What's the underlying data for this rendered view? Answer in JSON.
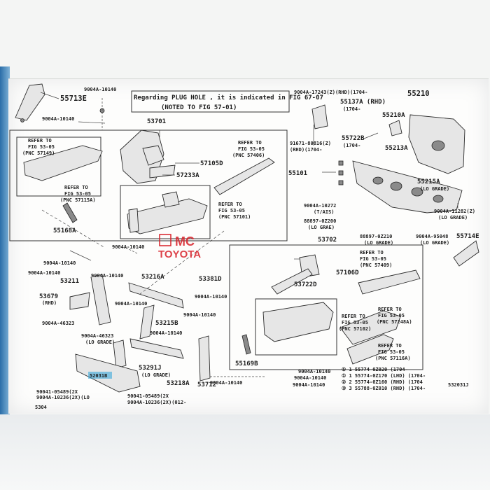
{
  "diagram": {
    "note_box": {
      "line1": "Regarding PLUG HOLE , it is indicated in FIG 67-07",
      "line2": "(NOTED TO FIG 57-01)"
    },
    "parts": {
      "p55713E": "55713E",
      "p9004A10140_top": "9004A-10140",
      "p9004A10140_l": "9004A-10140",
      "p53701": "53701",
      "refer_a": "REFER TO",
      "refer_a2": "FIG 53-05",
      "refer_a3": "(PNC 57149)",
      "refer_b": "REFER TO",
      "refer_b2": "FIG 53-05",
      "refer_b3": "(PNC 57115A)",
      "p55168A": "55168A",
      "p57105D": "57105D",
      "p57233A": "57233A",
      "refer_c": "REFER TO",
      "refer_c2": "FIG 53-05",
      "refer_c3": "(PNC 57406)",
      "refer_d": "REFER TO",
      "refer_d2": "FIG 53-05",
      "refer_d3": "(PNC 57101)",
      "p9004A17243": "9004A-17243(Z)(RHD)(1704-",
      "p55137A": "55137A (RHD)",
      "p55137A_b": "(1704-",
      "p55210": "55210",
      "p55210A": "55210A",
      "p91671": "91671-80816(Z)",
      "p91671_b": "(RHD)(1704-",
      "p55722B": "55722B",
      "p55722B_b": "(1704-",
      "p55213A": "55213A",
      "p55101": "55101",
      "p55215A": "55215A",
      "p55215A_b": "(LO GRADE)",
      "p9004A10272": "9004A-10272",
      "p9004A10272_b": "(T/AIS)",
      "p88897": "88897-0Z200",
      "p88897_b": "(LO GRAE)",
      "p88897_2": "88897-0Z210",
      "p88897_2b": "(LO GRADE)",
      "p9004A95048": "9004A-95048",
      "p9004A95048_b": "(LO GRADE)",
      "p9004A11282": "9004A-11282(Z)",
      "p9004A11282_b": "(LO GRADE)",
      "p55714E": "55714E",
      "p53702": "53702",
      "refer_e": "REFER TO",
      "refer_e2": "FIG 53-05",
      "refer_e3": "(PNC 57409)",
      "p57106D": "57106D",
      "p53722D": "53722D",
      "refer_f": "REFER TO",
      "refer_f2": "FIG 53-05",
      "refer_f3": "(PNC 57248A)",
      "refer_g": "REFER TO",
      "refer_g2": "FIG 53-05",
      "refer_g3": "(PNC 57102)",
      "refer_h": "REFER TO",
      "refer_h2": "FIG 53-05",
      "refer_h3": "(PNC 57116A)",
      "p55169B": "55169B",
      "p9004A10140_m1": "9004A-10140",
      "p9004A10140_m2": "9004A-10140",
      "p53211": "53211",
      "p53216A": "53216A",
      "p53381D": "53381D",
      "p9004A10140_a": "9004A-10140",
      "p9004A10140_b": "9004A-10140",
      "p9004A10140_c": "9004A-10140",
      "p9004A10140_d": "9004A-10140",
      "p9004A10140_e": "9004A-10140",
      "p9004A10140_f": "9004A-10140",
      "p9004A10140_g": "9004A-10140",
      "p53679": "53679",
      "p53679_b": "(RHD)",
      "p9004A46323": "9004A-46323",
      "p9004A46323_2": "9004A-46323",
      "p9004A46323_2b": "(LO GRADE)",
      "p53215B": "53215B",
      "p53291J": "53291J",
      "p53291J_b": "(LO GRADE)",
      "p53218A": "53218A",
      "p53712": "53712",
      "p52031B": "52031B",
      "p90041a": "90041-05489(2X",
      "p90041b": "9004A-10236(2X)(LO",
      "p90041c": "90041-05489(2X",
      "p90041d": "9004A-10236(2X)(012-",
      "p9004A10140_n1": "9004A-10140",
      "p9004A10140_n2": "9004A-10140",
      "p9004A10140_n3": "9004A-10140",
      "leg1": "① 1  55774-0Z020 (1704-",
      "leg2": "① 1  55774-0Z170 (LHD) (1704-",
      "leg3": "② 2  55774-0Z160 (RHD) (1704",
      "leg4": "③ 3  55788-0Z010 (RHD) (1704-",
      "fig_no": "532031J",
      "page_ref": "5304"
    },
    "watermark": {
      "line1": "MC",
      "line2": "TOYOTA"
    }
  },
  "colors": {
    "watermark_red": "#d8222a",
    "monitor_blue": "#2b6ea8",
    "highlight": "#2aa3d8"
  }
}
